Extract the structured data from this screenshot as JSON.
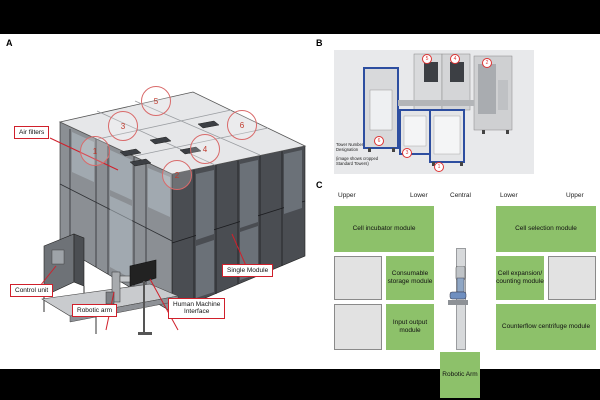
{
  "panels": {
    "a": "A",
    "b": "B",
    "c": "C"
  },
  "panel_a": {
    "module_numbers": [
      "1",
      "2",
      "3",
      "4",
      "5",
      "6"
    ],
    "callouts": {
      "air_filters": "Air filters",
      "control_unit": "Control unit",
      "robotic_arm": "Robotic arm",
      "hmi_line1": "Human Machine",
      "hmi_line2": "Interface",
      "single_module": "Single Module"
    }
  },
  "panel_b": {
    "caption_line1": "Tower Number",
    "caption_line2": "Designation",
    "caption_line3": "(image shows cropped",
    "caption_line4": "Standard Towers)",
    "tower_numbers": [
      "5",
      "4",
      "2",
      "6",
      "3",
      "1"
    ]
  },
  "panel_c": {
    "headers": {
      "upper_left": "Upper",
      "lower_left": "Lower",
      "central": "Central",
      "lower_right": "Lower",
      "upper_right": "Upper"
    },
    "modules": {
      "cell_incubator": "Cell incubator module",
      "consumable_storage": "Consumable storage module",
      "input_output": "Input output module",
      "robotic_arm": "Robotic Arm",
      "cell_selection": "Cell selection module",
      "cell_expansion": "Cell expansion/ counting module",
      "counterflow": "Counterflow centrifuge module"
    }
  },
  "colors": {
    "callout_border": "#d0202b",
    "module_green": "#8dc16a",
    "empty_slot": "#e2e2e2",
    "number_circle": "#c0392b"
  }
}
